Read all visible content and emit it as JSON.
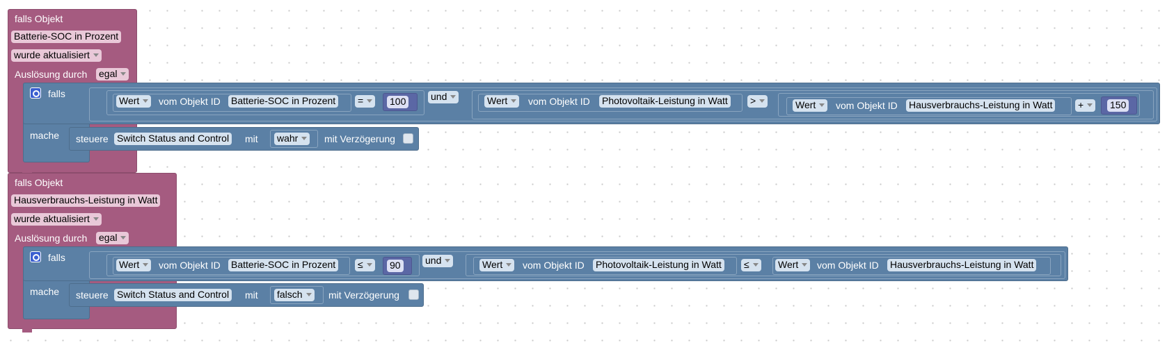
{
  "blocks": [
    {
      "trigger_label": "falls Objekt",
      "object": "Batterie-SOC in Prozent",
      "event": "wurde aktualisiert",
      "trigger_by_label": "Auslösung durch",
      "trigger_by_value": "egal",
      "if_label": "falls",
      "do_label": "mache",
      "conditions": {
        "left": {
          "value_label": "Wert",
          "of_object_label": "vom Objekt ID",
          "object": "Batterie-SOC in Prozent",
          "operator": "=",
          "number": "100"
        },
        "and_label": "und",
        "right": {
          "value_label": "Wert",
          "of_object_label": "vom Objekt ID",
          "object": "Photovoltaik-Leistung in Watt",
          "operator": ">",
          "compare": {
            "value_label": "Wert",
            "of_object_label": "vom Objekt ID",
            "object": "Hausverbrauchs-Leistung in Watt",
            "math_operator": "+",
            "number": "150"
          }
        }
      },
      "action": {
        "control_label": "steuere",
        "target": "Switch Status and Control",
        "with_label": "mit",
        "value": "wahr",
        "delay_label": "mit Verzögerung"
      }
    },
    {
      "trigger_label": "falls Objekt",
      "object": "Hausverbrauchs-Leistung in Watt",
      "event": "wurde aktualisiert",
      "trigger_by_label": "Auslösung durch",
      "trigger_by_value": "egal",
      "if_label": "falls",
      "do_label": "mache",
      "conditions": {
        "left": {
          "value_label": "Wert",
          "of_object_label": "vom Objekt ID",
          "object": "Batterie-SOC in Prozent",
          "operator": "≤",
          "number": "90"
        },
        "and_label": "und",
        "right": {
          "value_label": "Wert",
          "of_object_label": "vom Objekt ID",
          "object": "Photovoltaik-Leistung in Watt",
          "operator": "≤",
          "compare": {
            "value_label": "Wert",
            "of_object_label": "vom Objekt ID",
            "object": "Hausverbrauchs-Leistung in Watt"
          }
        }
      },
      "action": {
        "control_label": "steuere",
        "target": "Switch Status and Control",
        "with_label": "mit",
        "value": "falsch",
        "delay_label": "mit Verzögerung"
      }
    }
  ]
}
